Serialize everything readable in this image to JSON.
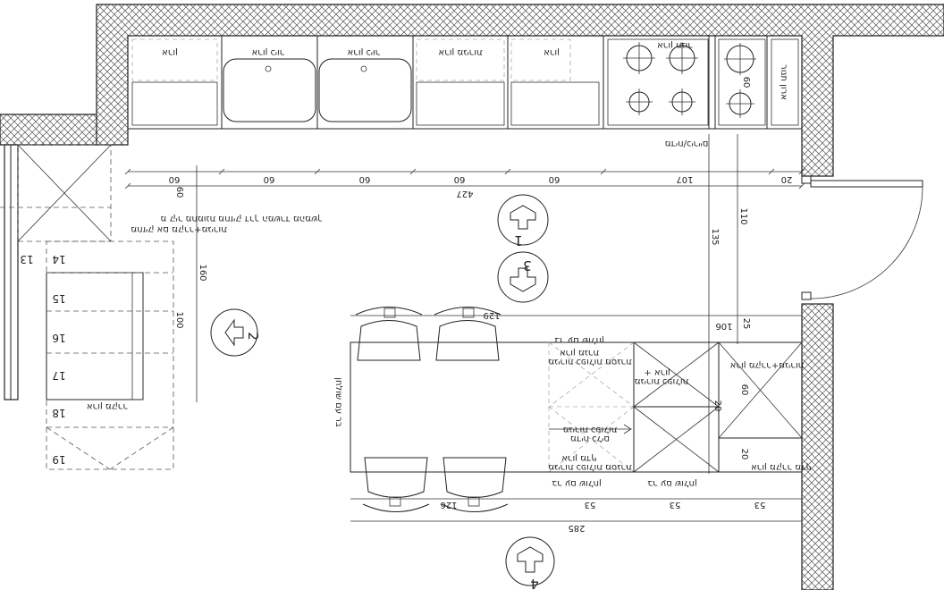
{
  "labels": {
    "cab1": "ארון",
    "sink1": "ארון כיור",
    "sink2": "ארון כיור",
    "cab_drawers": "ארון מגירות",
    "cab5": "ארון",
    "oven": "ארון תנור",
    "cooktop_below": "מדיח/כיריים",
    "note_line1": "מ קיר מתמונת מחזיק דרך המשרד מהמשך",
    "note_line2": "מחזיק אם מקרר+מגירות",
    "island_top_left": "בר עם שולחן",
    "island_cab_a": "ארון מגרת",
    "island_cab_a2": "מגירות כפולות מסגרת",
    "island_cab_b": "ארון +",
    "island_cab_b2": "מגירות כפולות",
    "island_mid1": "מגירות כפולות",
    "island_mid2": "מדיח כלים",
    "island_bottom_cab": "ארון מדף",
    "island_bottom_cab2": "מגירות כפולות מסגרת",
    "right_col_top": "ארון מקרר+מגירות",
    "right_col_bottom": "ארון מקרר מדף",
    "island_bottom_left": "בר עם שולחן",
    "island_bottom_right": "בר עם שולחן",
    "island_side": "בר עם שולחן",
    "cabinet_left_label": "ארון מקרר"
  },
  "dimensions": {
    "top_segments": [
      "60",
      "60",
      "60",
      "60",
      "60",
      "107",
      "20"
    ],
    "total_top": "427",
    "left_vertical": "60",
    "height_160": "160",
    "height_100": "100",
    "right_135": "135",
    "right_110": "110",
    "right_60": "60",
    "island_mid": "106",
    "island_25": "25",
    "island_20a": "20",
    "island_20b": "20",
    "island_60": "60",
    "bottom_53a": "53",
    "bottom_53b": "53",
    "bottom_53c": "53",
    "bottom_total": "285",
    "bottom_126": "126",
    "island_top_129": "129",
    "top_counter_60": "60"
  },
  "view_markers": [
    "1",
    "2",
    "3",
    "4"
  ],
  "numbers": [
    "13",
    "14",
    "15",
    "16",
    "17",
    "18",
    "19"
  ]
}
